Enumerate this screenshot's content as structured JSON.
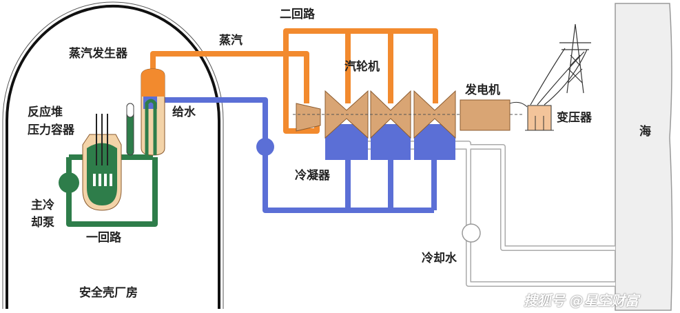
{
  "labels": {
    "secondary_loop": "二回路",
    "steam": "蒸汽",
    "steam_generator": "蒸汽发生器",
    "turbine": "汽轮机",
    "generator": "发电机",
    "transformer": "变压器",
    "sea": "海",
    "reactor_line1": "反应堆",
    "reactor_line2": "压力容器",
    "feed_water": "给水",
    "condenser": "冷凝器",
    "pump_line1": "主冷",
    "pump_line2": "却泵",
    "primary_loop": "一回路",
    "cooling_water": "冷却水",
    "containment": "安全壳厂房"
  },
  "watermark": "搜狐号 @星空财富",
  "colors": {
    "primary": "#2e7d4a",
    "steam": "#f28a2e",
    "water": "#5b6fd6",
    "cooling": "#c8c8c8",
    "turbine": "#d9a574",
    "sea": "#efefef"
  }
}
